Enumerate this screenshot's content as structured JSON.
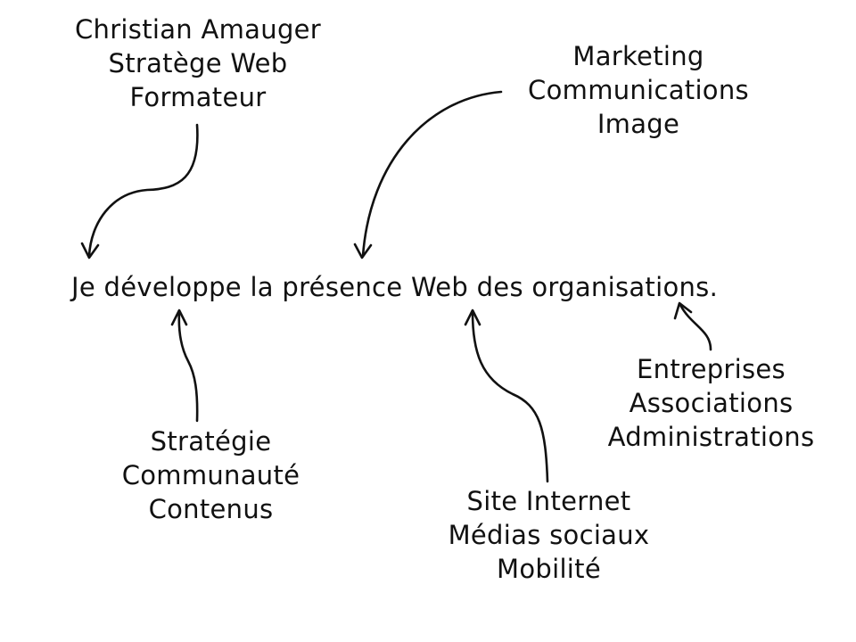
{
  "center_statement": "Je développe la présence Web des organisations.",
  "labels": {
    "identity": [
      "Christian Amauger",
      "Stratège Web",
      "Formateur"
    ],
    "domains": [
      "Marketing",
      "Communications",
      "Image"
    ],
    "approach": [
      "Stratégie",
      "Communauté",
      "Contenus"
    ],
    "channels": [
      "Site Internet",
      "Médias sociaux",
      "Mobilité"
    ],
    "clients": [
      "Entreprises",
      "Associations",
      "Administrations"
    ]
  }
}
